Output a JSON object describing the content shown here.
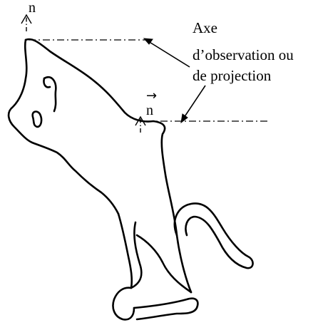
{
  "labels": {
    "line1": "Axe",
    "line2": "d’observation ou",
    "line3": "de projection",
    "n_top": "n",
    "n_mid": "n"
  },
  "icons": {
    "vector_arrow": "→"
  },
  "colors": {
    "stroke": "#000000",
    "background": "#ffffff"
  }
}
